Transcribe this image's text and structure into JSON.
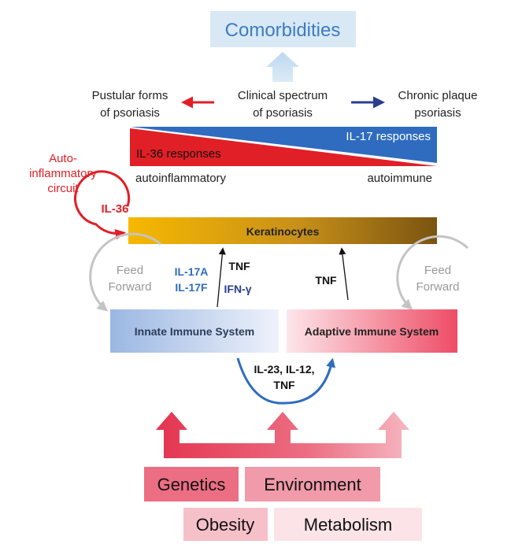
{
  "top": {
    "comorbidities": "Comorbidities"
  },
  "spectrum": {
    "left_line1": "Pustular forms",
    "left_line2": "of psoriasis",
    "center_line1": "Clinical spectrum",
    "center_line2": "of psoriasis",
    "right_line1": "Chronic plaque",
    "right_line2": "psoriasis",
    "il17_responses": "IL-17 responses",
    "il36_responses": "IL-36 responses",
    "autoinflammatory": "autoinflammatory",
    "autoimmune": "autoimmune"
  },
  "circuit": {
    "line1": "Auto-",
    "line2": "inflammatory",
    "line3": "circuit",
    "il36": "IL-36"
  },
  "keratinocytes": "Keratinocytes",
  "innate_signals": {
    "il17a": "IL-17A",
    "il17f": "IL-17F",
    "tnf": "TNF",
    "ifng": "IFN-γ"
  },
  "adaptive_signal": "TNF",
  "feed_forward_left": {
    "line1": "Feed",
    "line2": "Forward"
  },
  "feed_forward_right": {
    "line1": "Feed",
    "line2": "Forward"
  },
  "innate_immune": "Innate Immune System",
  "adaptive_immune": "Adaptive Immune System",
  "crosstalk": {
    "line1": "IL-23, IL-12,",
    "line2": "TNF"
  },
  "factors": {
    "genetics": "Genetics",
    "environment": "Environment",
    "obesity": "Obesity",
    "metabolism": "Metabolism"
  },
  "colors": {
    "comorbidities_bg": "#d9e8f5",
    "comorbidities_text": "#3b7cc4",
    "red": "#e11f26",
    "blue": "#2f6cc0",
    "navy": "#2b3d8f",
    "keratinocyte_gold": "#f5b400",
    "keratinocyte_brown": "#7a5410",
    "grey_arrow": "#c4c4c4"
  }
}
